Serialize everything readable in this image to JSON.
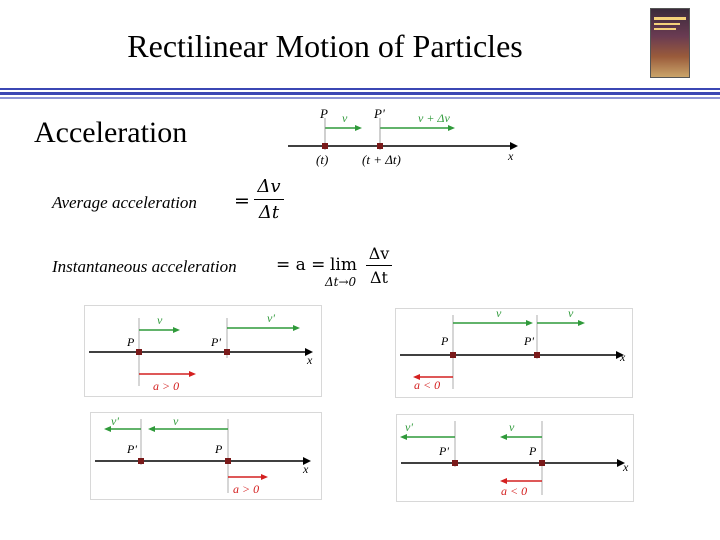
{
  "title": "Rectilinear Motion of Particles",
  "heading": "Acceleration",
  "top_diagram": {
    "p_label": "P",
    "pprime_label": "P'",
    "v_label": "v",
    "v_plus_dv_label": "v + Δv",
    "t_label": "(t)",
    "t_plus_dt_label": "(t + Δt)",
    "x_label": "x"
  },
  "average": {
    "label": "Average acceleration",
    "equals": "=",
    "numerator": "Δv",
    "denominator": "Δt"
  },
  "instantaneous": {
    "label": "Instantaneous acceleration",
    "equals_a": "= a =",
    "lim": "lim",
    "lim_sub": "Δt→0",
    "numerator": "Δv",
    "denominator": "Δt"
  },
  "cases": [
    {
      "p": "P",
      "pp": "P'",
      "v1": "v",
      "v2": "v'",
      "x": "x",
      "a": "a > 0"
    },
    {
      "p": "P",
      "pp": "P'",
      "v1": "v",
      "v2": "v",
      "x": "x",
      "a": "a < 0"
    },
    {
      "p": "P'",
      "pp": "P",
      "v1": "v'",
      "v2": "v",
      "x": "x",
      "a": "a > 0"
    },
    {
      "p": "P'",
      "pp": "P",
      "v1": "v'",
      "v2": "v",
      "x": "x",
      "a": "a < 0"
    }
  ],
  "colors": {
    "accent_rule": "#3b47b4",
    "velocity": "#2f9a3a",
    "accel": "#d42020",
    "point": "#7a1a1a"
  }
}
